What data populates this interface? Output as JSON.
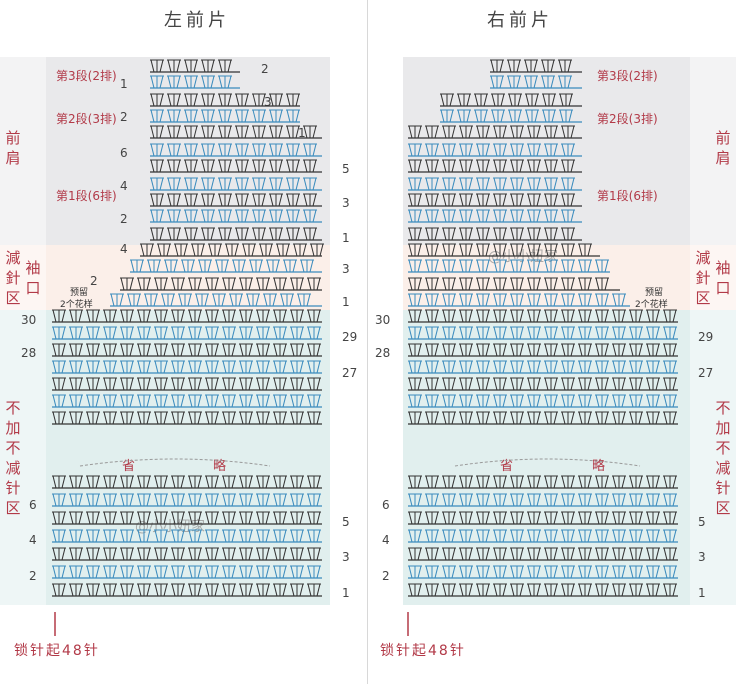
{
  "titles": {
    "left": "左前片",
    "right": "右前片"
  },
  "zones": {
    "shoulder": "前肩",
    "armhole": "減針区",
    "armhole_sub": "袖口",
    "body": "不加不减针区"
  },
  "segments": {
    "seg3": "第3段(2排)",
    "seg2": "第2段(3排)",
    "seg1": "第1段(6排)"
  },
  "reserve": {
    "line1": "预留",
    "line2": "2个花样"
  },
  "omitted": {
    "a": "省",
    "b": "略"
  },
  "start": "锁针起48针",
  "watermark": "@小小妞家",
  "left_numbers": {
    "top_left": [
      "1",
      "2",
      "6",
      "4",
      "2",
      "4",
      "2"
    ],
    "top_right": [
      "2",
      "3",
      "1",
      "5",
      "3",
      "1",
      "3",
      "1"
    ],
    "body_left": [
      "30",
      "28"
    ],
    "body_right": [
      "29",
      "27"
    ],
    "bottom_left": [
      "6",
      "4",
      "2"
    ],
    "bottom_right": [
      "5",
      "3",
      "1"
    ]
  },
  "colors": {
    "pink_zone": "#fbeeee",
    "gray_zone": "#ececec",
    "teal_zone": "#dfeeed",
    "blue_stitch": "#3a8bbd",
    "dark_stitch": "#333333",
    "label_red": "#b23a48"
  }
}
